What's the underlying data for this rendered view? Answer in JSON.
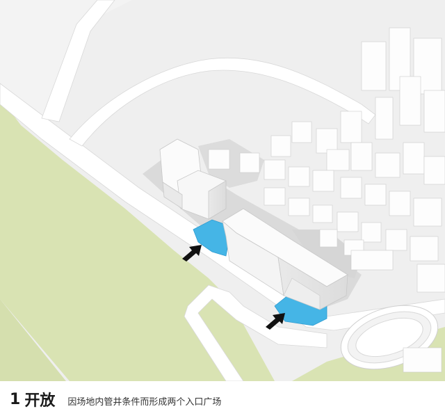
{
  "caption": {
    "number": "1",
    "title": "开放",
    "description": "因场地内管井条件而形成两个入口广场"
  },
  "colors": {
    "green_space": "#d9e3b3",
    "plaza_blue": "#45b5e6",
    "road_white": "#ffffff",
    "ground": "#efefef",
    "building": "#fbfbfb",
    "arrow": "#111111"
  },
  "icons": {
    "entrance_arrow": "arrow-icon"
  }
}
